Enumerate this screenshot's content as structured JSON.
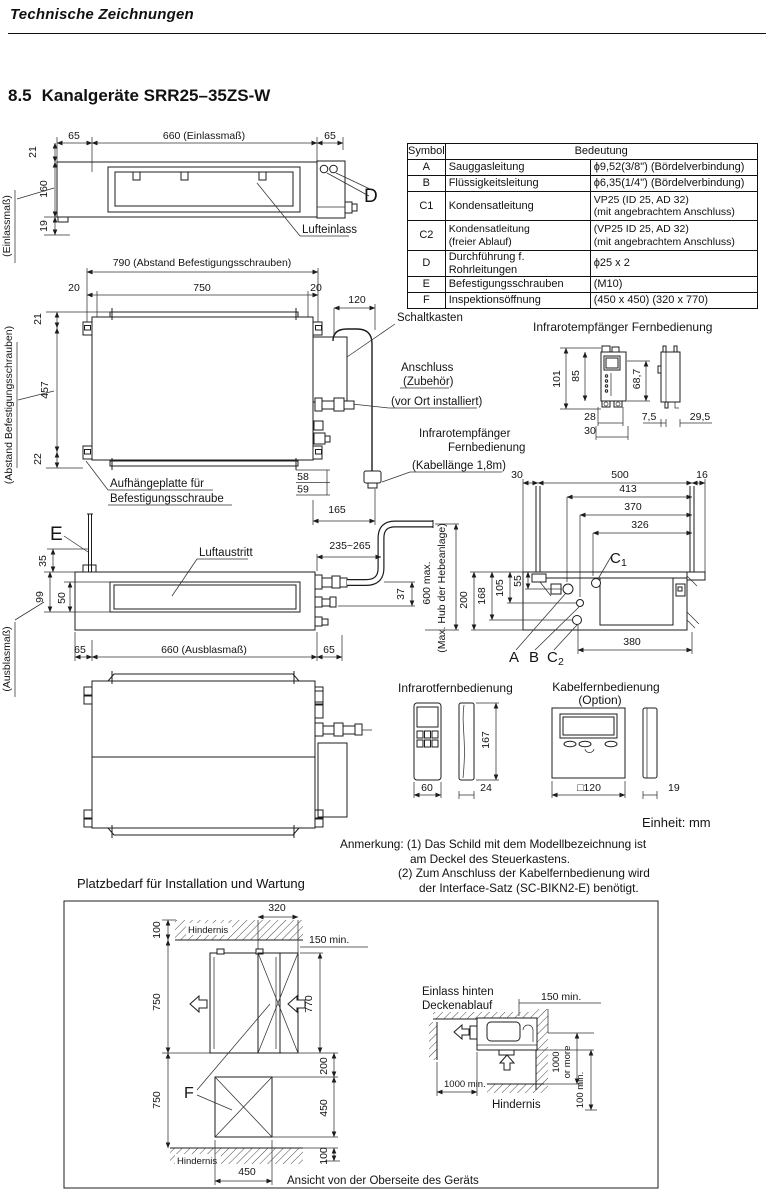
{
  "hdr": {
    "title": "Technische Zeichnungen",
    "section_no": "8.5",
    "section_name": "Kanalgeräte SRR25–35ZS-W"
  },
  "tbl": {
    "h1": "Symbol",
    "h2": "Bedeutung",
    "rows": [
      {
        "s": "A",
        "n": "Sauggasleitung",
        "v": "ϕ9,52(3/8\") (Bördelverbindung)"
      },
      {
        "s": "B",
        "n": "Flüssigkeitsleitung",
        "v": "ϕ6,35(1/4\") (Bördelverbindung)"
      },
      {
        "s": "C1",
        "n": "Kondensatleitung",
        "v": "VP25 (ID 25, AD 32)",
        "v2": "(mit angebrachtem Anschluss)"
      },
      {
        "s": "C2",
        "n": "Kondensatleitung",
        "n2": "(freier Ablauf)",
        "v": "(VP25  ID 25, AD 32)",
        "v2": "(mit angebrachtem Anschluss)"
      },
      {
        "s": "D",
        "n": "Durchführung f. Rohrleitungen",
        "v": "ϕ25 x 2"
      },
      {
        "s": "E",
        "n": "Befestigungsschrauben",
        "v": "(M10)"
      },
      {
        "s": "F",
        "n": "Inspektionsöffnung",
        "v": "(450 x 450)  (320 x 770)"
      }
    ]
  },
  "tv": {
    "d65l": "65",
    "d660": "660 (Einlassmaß)",
    "d65r": "65",
    "d21": "21",
    "d160": "160",
    "d19": "19",
    "axis": "(Einlassmaß)",
    "luft": "Lufteinlass",
    "d": "D"
  },
  "mv": {
    "d790": "790 (Abstand Befestigungsschrauben)",
    "d20l": "20",
    "d750": "750",
    "d20r": "20",
    "d120": "120",
    "d21": "21",
    "d457": "457",
    "d22": "22",
    "axis": "(Abstand Befestigungsschrauben)",
    "schalt": "Schaltkasten",
    "an1": "Anschluss",
    "an2": "(Zubehör)",
    "an3": "(vor Ort installiert)",
    "ir1": "Infrarotempfänger",
    "ir2": "Fernbedienung",
    "ir3": "(Kabellänge 1,8m)",
    "auf1": "Aufhängeplatte für",
    "auf2": "Befestigungsschraube",
    "d58": "58",
    "d59": "59",
    "d165": "165"
  },
  "rc": {
    "title": "Infrarotempfänger Fernbedienung",
    "d101": "101",
    "d85": "85",
    "d687": "68,7",
    "d28": "28",
    "d30": "30",
    "d75": "7,5",
    "d295": "29,5"
  },
  "sv": {
    "e": "E",
    "d35": "35",
    "d99": "99",
    "d50": "50",
    "luft": "Luftaustritt",
    "d235": "235~265",
    "d37": "37",
    "d600": "600 max.",
    "d600b": "(Max. Hub der Hebeanlage)",
    "d65l": "65",
    "d660": "660 (Ausblasmaß)",
    "d65r": "65",
    "axis": "(Ausblasmaß)"
  },
  "cs": {
    "d30": "30",
    "d500": "500",
    "d16": "16",
    "d413": "413",
    "d370": "370",
    "d326": "326",
    "d55": "55",
    "d105": "105",
    "d168": "168",
    "d200": "200",
    "d380": "380",
    "a": "A",
    "b": "B",
    "c": "C",
    "c1s": "1",
    "c2s": "2"
  },
  "rm": {
    "ir": "Infrarotfernbedienung",
    "d60": "60",
    "d24": "24",
    "d167": "167",
    "kb1": "Kabelfernbedienung",
    "kb2": "(Option)",
    "d120": "□120",
    "d19": "19",
    "unit": "Einheit: mm"
  },
  "note": {
    "l1": "Anmerkung: (1) Das Schild mit dem Modellbezeichnung ist",
    "l2": "am Deckel des Steuerkastens.",
    "l3": "(2) Zum Anschluss der Kabelfernbedienung wird",
    "l4": "der Interface-Satz (SC-BIKN2-E) benötigt."
  },
  "ins": {
    "title": "Platzbedarf für Installation und Wartung",
    "d320": "320",
    "d100t": "100",
    "hint": "Hindernis",
    "d150": "150 min.",
    "d750t": "750",
    "d770": "770",
    "d200": "200",
    "d450r": "450",
    "f": "F",
    "d750b": "750",
    "hinb": "Hindernis",
    "d100b": "100",
    "d450b": "450",
    "cap": "Ansicht von der Oberseite des Geräts",
    "e1": "Einlass hinten",
    "e2": "Deckenablauf",
    "d150r": "150 min.",
    "d1000": "1000 min.",
    "hinr": "Hindernis",
    "m1": "1000",
    "m2": "or more",
    "d100m": "100 min."
  }
}
